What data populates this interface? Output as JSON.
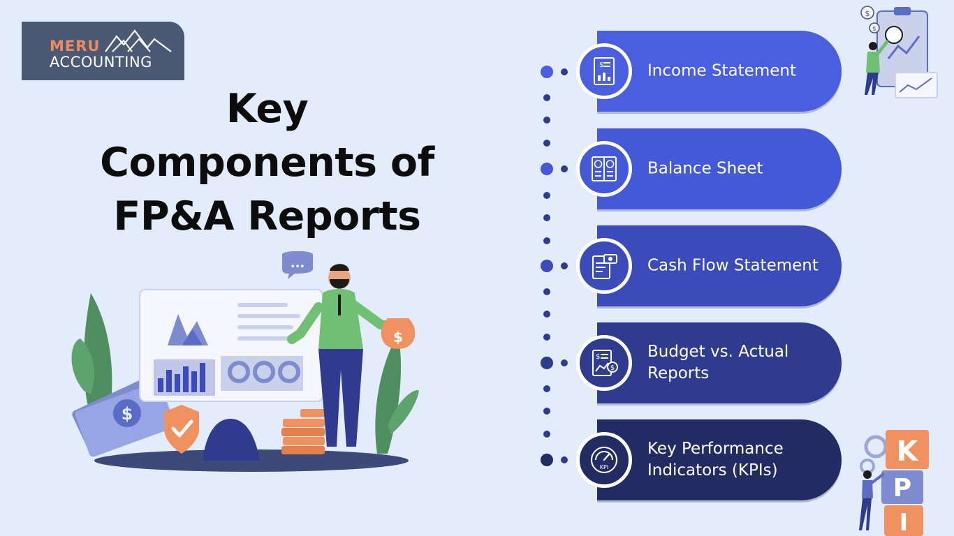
{
  "logo": {
    "brand_top": "MERU",
    "brand_bottom": "ACCOUNTING"
  },
  "title": {
    "line1": "Key",
    "line2": "Components of",
    "line3": "FP&A Reports"
  },
  "items": [
    {
      "label": "Income Statement",
      "icon": "income-statement-icon",
      "color": "#4a5fe0"
    },
    {
      "label": "Balance Sheet",
      "icon": "balance-sheet-icon",
      "color": "#4459d8"
    },
    {
      "label": "Cash Flow Statement",
      "icon": "cash-flow-icon",
      "color": "#3b4cba"
    },
    {
      "label": "Budget vs. Actual Reports",
      "icon": "budget-report-icon",
      "color": "#2e3b8e"
    },
    {
      "label": "Key Performance Indicators (KPIs)",
      "icon": "kpi-gauge-icon",
      "color": "#222c62"
    }
  ],
  "illustration": {
    "speech_bubble": "...",
    "money_bag_symbol": "$",
    "kpi_letters": [
      "K",
      "P",
      "I"
    ]
  },
  "colors": {
    "background": "#e3ecfb",
    "logo_bg": "#4a5a74",
    "logo_accent": "#f08a5d",
    "dot": "#2e3b8e"
  }
}
